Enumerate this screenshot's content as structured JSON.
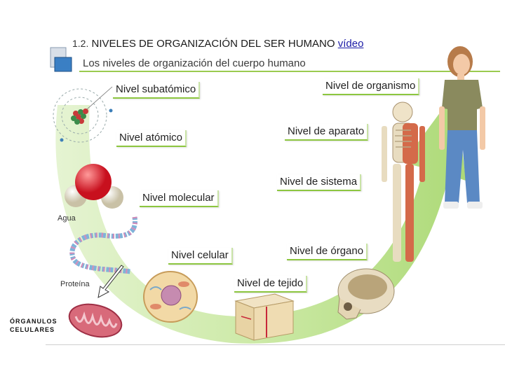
{
  "header": {
    "number": "1.2.",
    "title": "NIVELES DE ORGANIZACIÓN DEL SER HUMANO",
    "video_link": " vídeo"
  },
  "figure": {
    "subtitle": "Los niveles de organización del cuerpo humano",
    "levels": {
      "subatomic": "Nivel subatómico",
      "atomic": "Nivel atómico",
      "molecular": "Nivel molecular",
      "cellular": "Nivel celular",
      "tissue": "Nivel de tejido",
      "organ": "Nivel de órgano",
      "system": "Nivel de sistema",
      "apparatus": "Nivel de aparato",
      "organism": "Nivel de organismo"
    },
    "labels": {
      "water": "Agua",
      "protein": "Proteína"
    },
    "organelles_line1": "ÓRGANULOS",
    "organelles_line2": "CELULARES"
  },
  "colors": {
    "arrow_green": "#b8de86",
    "accent_green": "#8cc63f",
    "link_blue": "#1a1aa6"
  }
}
